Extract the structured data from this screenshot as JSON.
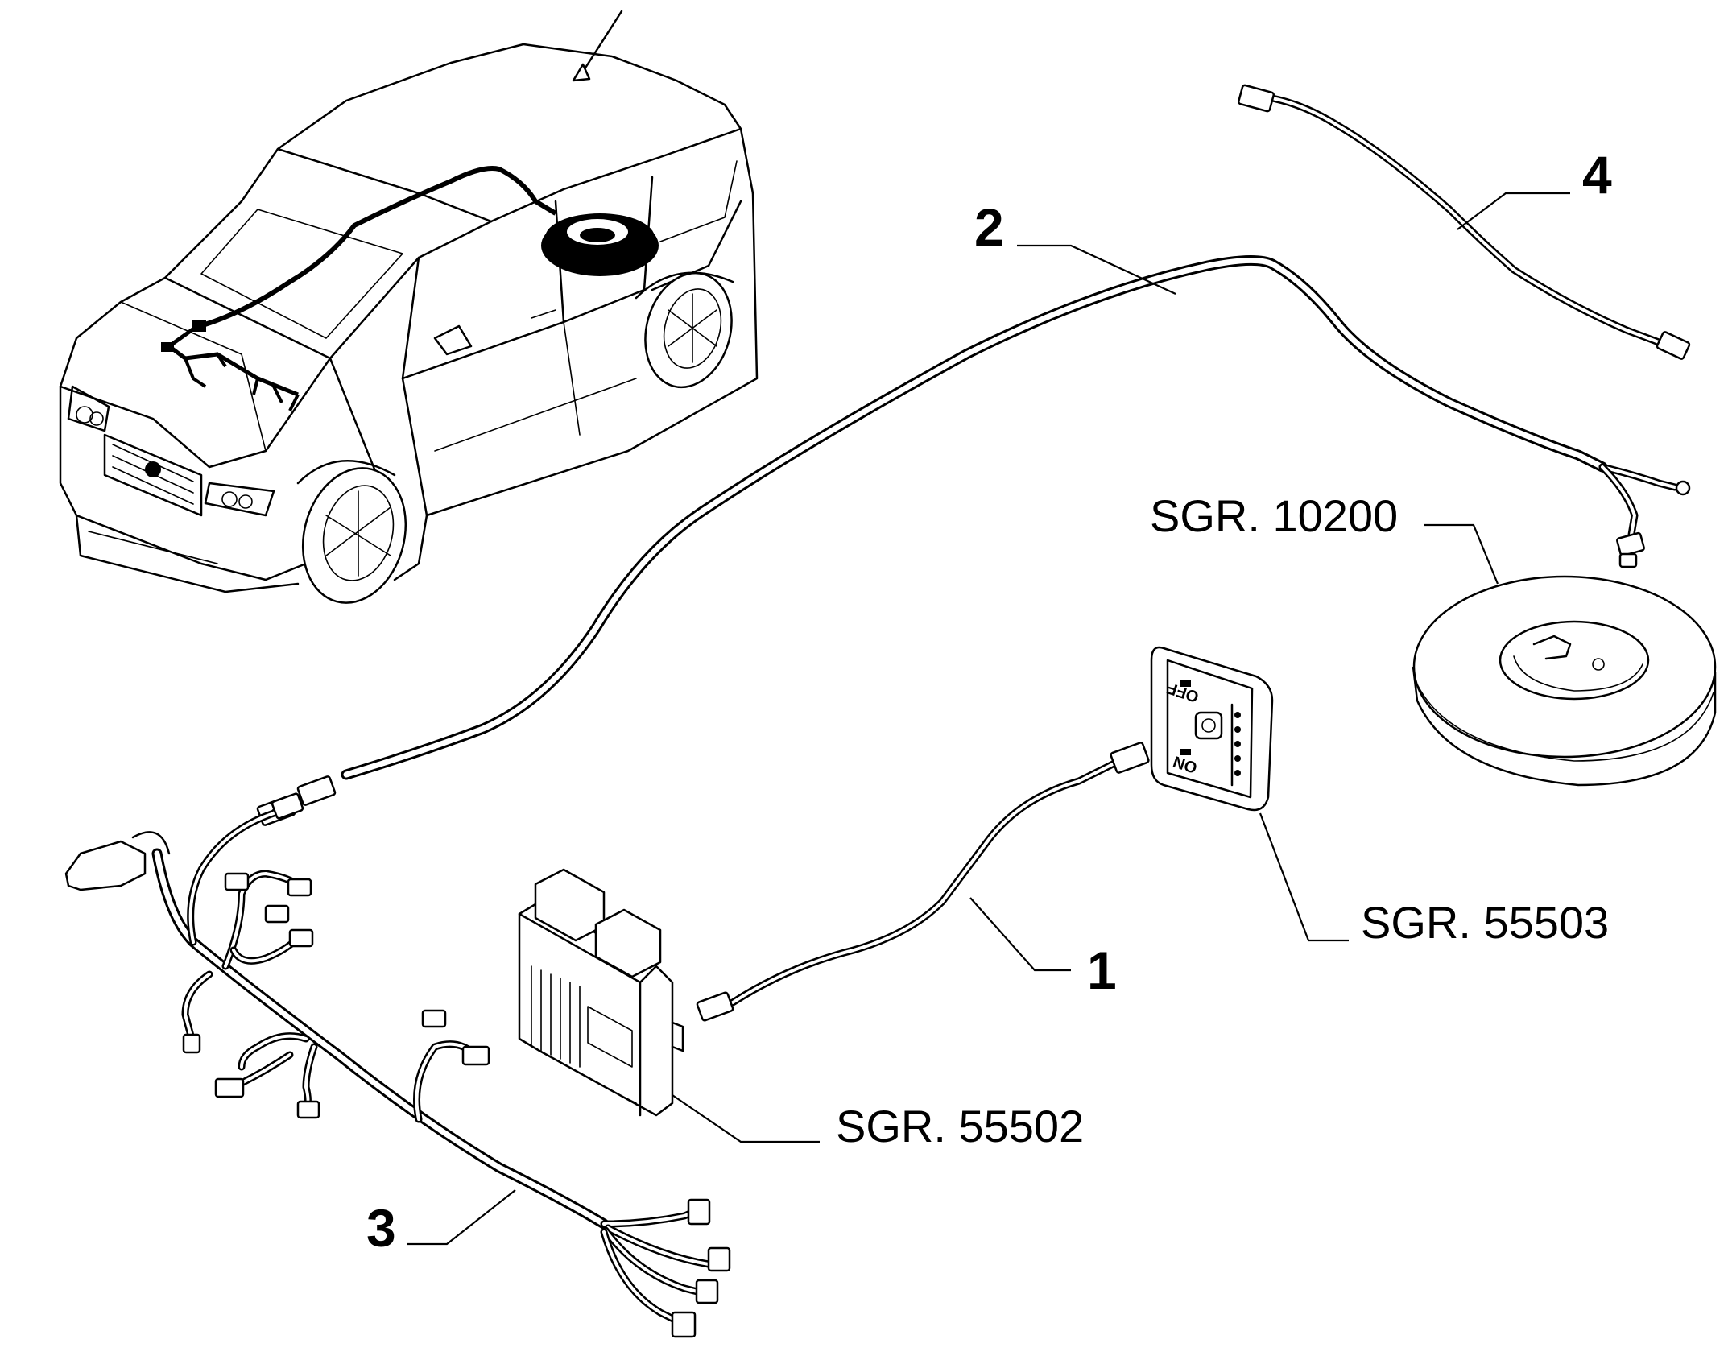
{
  "callouts": {
    "part_1": "1",
    "part_2": "2",
    "part_3": "3",
    "part_4": "4",
    "ref_tank": "SGR. 10200",
    "ref_switch": "SGR. 55503",
    "ref_ecu": "SGR. 55502"
  },
  "switch_panel": {
    "off_label": "OFF",
    "on_label": "ON"
  }
}
